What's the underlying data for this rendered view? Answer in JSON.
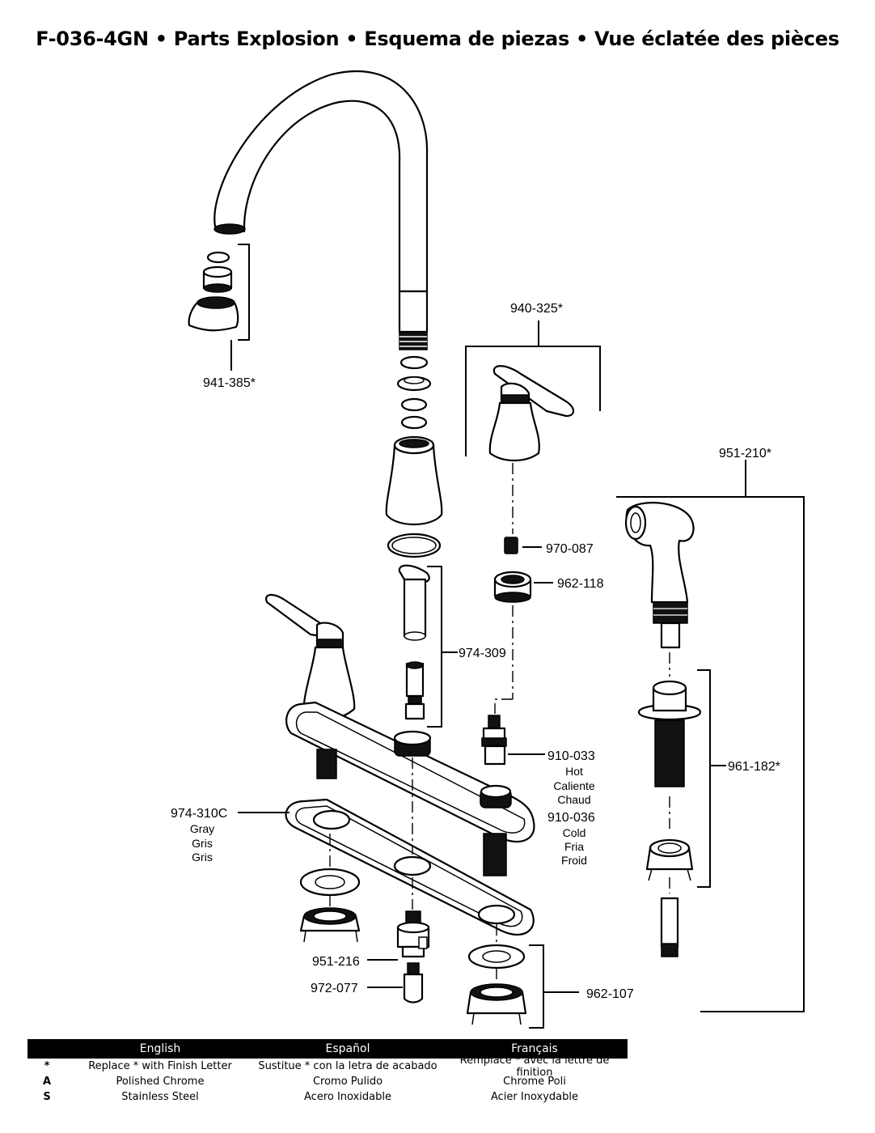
{
  "title": {
    "model": "F-036-4GN",
    "en": "Parts Explosion",
    "es": "Esquema de piezas",
    "fr": "Vue éclatée des pièces",
    "separator": "•"
  },
  "parts": {
    "aerator": "941-385*",
    "handle_hot": "940-325*",
    "spray_head": "951-210*",
    "handle_adapter": "970-087",
    "bonnet_nut": "962-118",
    "diverter": "974-309",
    "cartridge_hot": "910-033",
    "cartridge_hot_en": "Hot",
    "cartridge_hot_es": "Caliente",
    "cartridge_hot_fr": "Chaud",
    "cartridge_cold": "910-036",
    "cartridge_cold_en": "Cold",
    "cartridge_cold_es": "Fria",
    "cartridge_cold_fr": "Froid",
    "deck_plate": "974-310C",
    "deck_plate_en": "Gray",
    "deck_plate_es": "Gris",
    "deck_plate_fr": "Gris",
    "spray_holder": "961-182*",
    "hose_connector": "951-216",
    "adapter": "972-077",
    "mounting_kit": "962-107"
  },
  "legend": {
    "headers": [
      "English",
      "Español",
      "Français"
    ],
    "rows": [
      {
        "key": "*",
        "en": "Replace * with Finish Letter",
        "es": "Sustitue * con la letra de acabado",
        "fr": "Remplace * avec la lettre de finition"
      },
      {
        "key": "A",
        "en": "Polished Chrome",
        "es": "Cromo Pulido",
        "fr": "Chrome Poli"
      },
      {
        "key": "S",
        "en": "Stainless Steel",
        "es": "Acero Inoxidable",
        "fr": "Acier Inoxydable"
      }
    ]
  }
}
